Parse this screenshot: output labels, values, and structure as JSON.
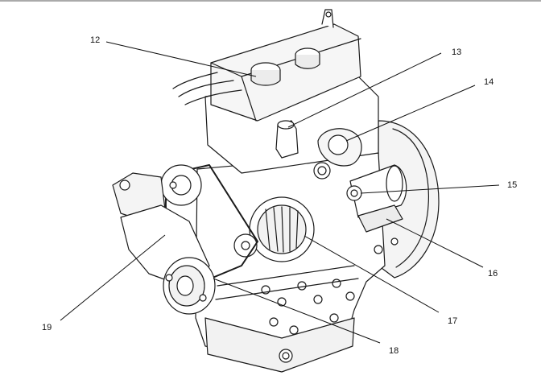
{
  "figure": {
    "kind": "engine-line-drawing",
    "colors": {
      "line": "#1a1a1a",
      "fill": "#ffffff",
      "shade": "#e9e9e9",
      "leader": "#111111"
    }
  },
  "callouts": [
    {
      "id": "c12",
      "label": "12"
    },
    {
      "id": "c13",
      "label": "13"
    },
    {
      "id": "c14",
      "label": "14"
    },
    {
      "id": "c15",
      "label": "15"
    },
    {
      "id": "c16",
      "label": "16"
    },
    {
      "id": "c17",
      "label": "17"
    },
    {
      "id": "c18",
      "label": "18"
    },
    {
      "id": "c19",
      "label": "19"
    }
  ]
}
